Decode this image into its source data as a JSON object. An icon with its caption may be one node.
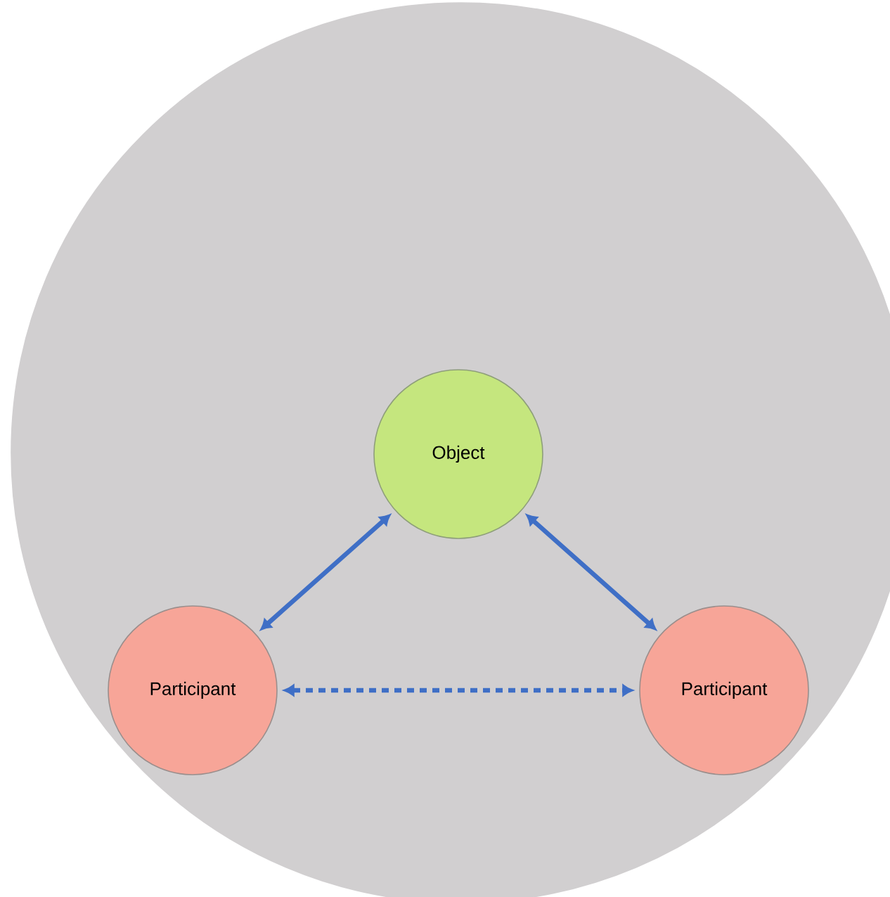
{
  "diagram": {
    "nodes": [
      {
        "text": [],
        "shape": "circle"
      },
      {
        "text": [
          "Object"
        ],
        "in": 0
      },
      {
        "text": [
          "Participant"
        ],
        "in": 0
      },
      {
        "text": [
          "Participant"
        ],
        "in": 0
      }
    ],
    "edges": [
      {
        "from": 2,
        "to": 1,
        "arrow": "both"
      },
      {
        "from": 1,
        "to": 3,
        "arrow": "both"
      },
      {
        "from": 2,
        "to": 3,
        "arrow": "both",
        "style": "dashed"
      }
    ]
  }
}
